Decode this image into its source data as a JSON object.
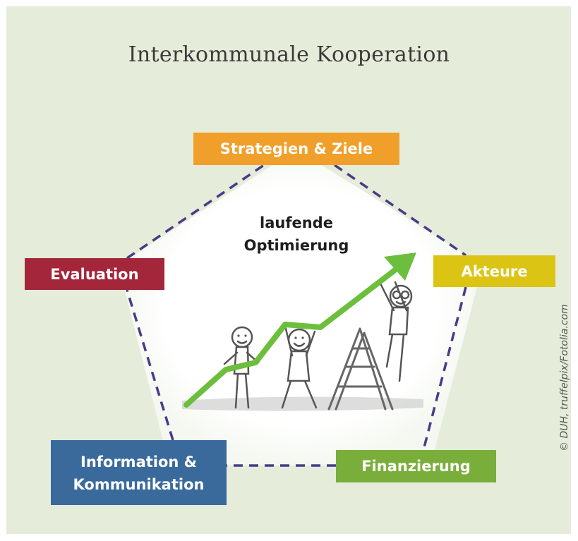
{
  "title": "Interkommunale Kooperation",
  "center": {
    "line1": "laufende",
    "line2": "Optimierung"
  },
  "nodes": {
    "strategien": "Strategien & Ziele",
    "evaluation": "Evaluation",
    "akteure": "Akteure",
    "information": "Information &\nKommunikation",
    "finanzierung": "Finanzierung"
  },
  "credit": "© DUH, truffelpix/Fotolia.com",
  "colors": {
    "background": "#e5edda",
    "strategien": "#f0a02a",
    "evaluation": "#a3263a",
    "akteure": "#dcc414",
    "information": "#3a6a9c",
    "finanzierung": "#7aae3a",
    "dashed_line": "#4a3a8a",
    "arrow": "#6cbf3c"
  },
  "illustration": "stick-figures-lifting-rising-arrow"
}
